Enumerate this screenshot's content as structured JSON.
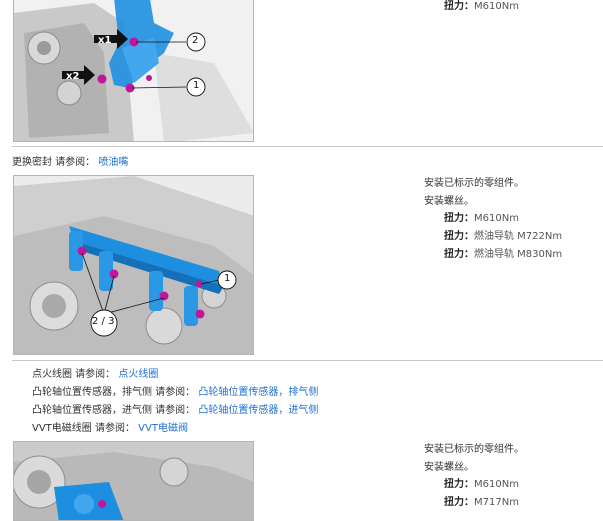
{
  "step1": {
    "torque_label": "扭力：",
    "torque_value": "M610Nm",
    "callouts": [
      "x1",
      "x2",
      "2",
      "1"
    ]
  },
  "step2_ref": {
    "prefix": "更换密封 请参阅：",
    "link": "喷油嘴"
  },
  "step2": {
    "install_text": "安装已标示的零组件。",
    "screw_text": "安装螺丝。",
    "torques": [
      {
        "label": "扭力：",
        "value": "M610Nm"
      },
      {
        "label": "扭力：",
        "value": "燃油导轨 M722Nm"
      },
      {
        "label": "扭力：",
        "value": "燃油导轨 M830Nm"
      }
    ],
    "callouts": [
      "1",
      "2 / 3"
    ]
  },
  "step3_refs": [
    {
      "prefix": "点火线圈 请参阅：",
      "link": "点火线圈"
    },
    {
      "prefix": "凸轮轴位置传感器，排气侧 请参阅：",
      "link": "凸轮轴位置传感器，排气侧"
    },
    {
      "prefix": "凸轮轴位置传感器，进气侧 请参阅：",
      "link": "凸轮轴位置传感器，进气侧"
    },
    {
      "prefix": "VVT电磁线圈 请参阅：",
      "link": "VVT电磁阀"
    }
  ],
  "step3": {
    "install_text": "安装已标示的零组件。",
    "screw_text": "安装螺丝。",
    "torques": [
      {
        "label": "扭力：",
        "value": "M610Nm"
      },
      {
        "label": "扭力：",
        "value": "M717Nm"
      }
    ]
  },
  "colors": {
    "link": "#1f6fd1",
    "part_highlight": "#1e8fe0",
    "bolt_marker": "#c0179a",
    "divider": "#c8c8c8"
  }
}
